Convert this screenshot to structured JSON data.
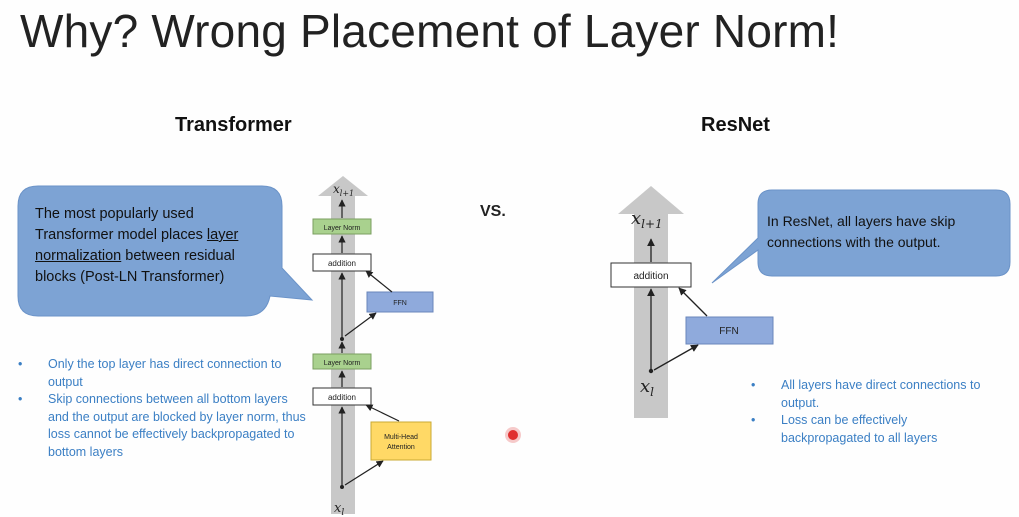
{
  "slide": {
    "title": "Why? Wrong Placement of Layer Norm!",
    "vs_label": "VS."
  },
  "transformer": {
    "heading": "Transformer",
    "callout": {
      "line1": "The most popularly used",
      "line2_pre": "Transformer model places ",
      "line2_link": "layer",
      "line3_link": "normalization",
      "line3_post": " between residual",
      "line4": "blocks (Post-LN Transformer)"
    },
    "bullets": [
      "Only the top layer has direct connection to output",
      "Skip connections between all bottom layers and the output are blocked by layer norm, thus loss cannot be effectively backpropagated to bottom layers"
    ],
    "diagram": {
      "out_label": "x_{l+1}",
      "in_label": "x_l",
      "layer_norm_top": "Layer Norm",
      "addition_top": "addition",
      "ffn": "FFN",
      "layer_norm_bottom": "Layer Norm",
      "addition_bottom": "addition",
      "attention_line1": "Multi-Head",
      "attention_line2": "Attention"
    }
  },
  "resnet": {
    "heading": "ResNet",
    "callout": {
      "line1": "In ResNet, all layers have skip",
      "line2": "connections with the output."
    },
    "bullets": [
      "All layers have direct connections to output.",
      "Loss can be effectively backpropagated to all layers"
    ],
    "diagram": {
      "out_label": "x_{l+1}",
      "in_label": "x_l",
      "addition": "addition",
      "ffn": "FFN"
    }
  },
  "colors": {
    "callout_fill": "#7da3d4",
    "column_gray": "#c8c8c8",
    "layer_norm_green": "#a9d18e",
    "ffn_blue": "#8faadc",
    "attention_yellow": "#ffd966",
    "bullet_blue": "#3b7fc4"
  }
}
